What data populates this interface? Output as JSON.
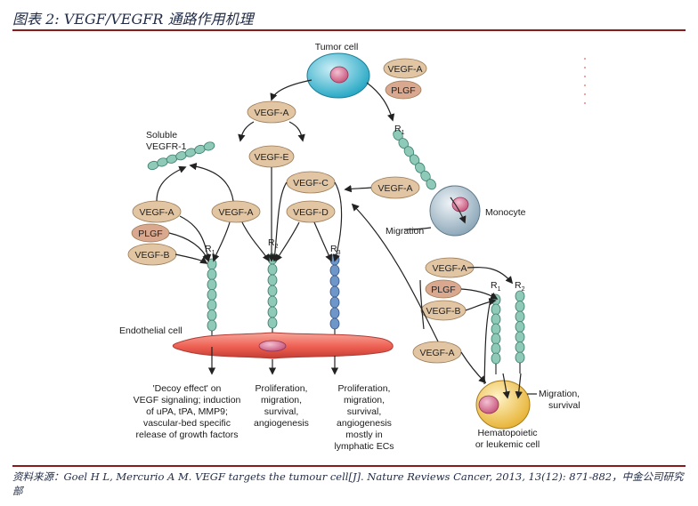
{
  "header": {
    "title": "图表 2: VEGF/VEGFR 通路作用机理"
  },
  "footer": {
    "source": "资料来源：Goel H L, Mercurio A M. VEGF targets the tumour cell[J]. Nature Reviews Cancer, 2013, 13(12): 871-882，中金公司研究部"
  },
  "diagram": {
    "tumor_cell": "Tumor cell",
    "soluble_line1": "Soluble",
    "soluble_line2": "VEGFR-1",
    "monocyte": "Monocyte",
    "migration": "Migration",
    "endothelial_cell": "Endothelial cell",
    "hemato_line1": "Hematopoietic",
    "hemato_line2": "or leukemic cell",
    "migration_survival_line1": "Migration,",
    "migration_survival_line2": "survival",
    "ligands": {
      "vegf_a": "VEGF-A",
      "plgf": "PLGF",
      "vegf_b": "VEGF-B",
      "vegf_c": "VEGF-C",
      "vegf_d": "VEGF-D",
      "vegf_e": "VEGF-E"
    },
    "receptors": {
      "r1": "R",
      "r1_sub": "1",
      "r2": "R",
      "r2_sub": "2",
      "r3": "R",
      "r3_sub": "3"
    },
    "outcomes": {
      "r1": [
        "'Decoy effect' on",
        "VEGF signaling; induction",
        "of uPA, tPA, MMP9;",
        "vascular-bed specific",
        "release of growth factors"
      ],
      "r2": [
        "Proliferation,",
        "migration,",
        "survival,",
        "angiogenesis"
      ],
      "r3": [
        "Proliferation,",
        "migration,",
        "survival,",
        "angiogenesis",
        "mostly in",
        "lymphatic ECs"
      ]
    },
    "colors": {
      "pill_fill": "#e2c6a3",
      "pill_stroke": "#9a7a55",
      "plgf_fill": "#d9a88e",
      "receptor_teal": "#8fc9b8",
      "receptor_blue": "#6f96c9",
      "endothelial": "#ef5a4f",
      "tumor_cell": "#4fc0d8",
      "nucleus": "#d77a9a",
      "monocyte": "#b7cbd8",
      "hemato_cell": "#f3c85a",
      "header_rule": "#8b1a1a"
    }
  }
}
